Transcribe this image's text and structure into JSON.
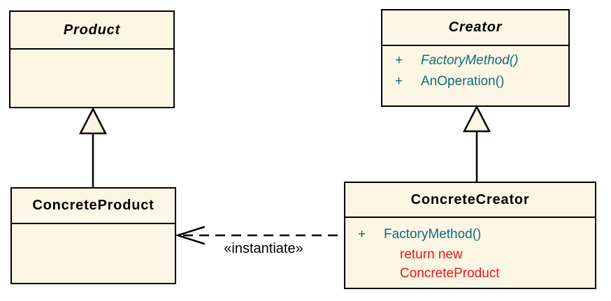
{
  "diagram": {
    "classes": {
      "product": {
        "name": "Product",
        "abstract": true
      },
      "creator": {
        "name": "Creator",
        "abstract": true,
        "methods": [
          {
            "visibility": "+",
            "signature": "FactoryMethod()",
            "abstract": true
          },
          {
            "visibility": "+",
            "signature": "AnOperation()",
            "abstract": false
          }
        ]
      },
      "concrete_product": {
        "name": "ConcreteProduct",
        "abstract": false
      },
      "concrete_creator": {
        "name": "ConcreteCreator",
        "abstract": false,
        "methods": [
          {
            "visibility": "+",
            "signature": "FactoryMethod()",
            "abstract": false
          }
        ],
        "annotation_lines": [
          "return new",
          "ConcreteProduct"
        ]
      }
    },
    "relationships": {
      "instantiate_label": "«instantiate»",
      "generalizations": [
        {
          "from": "ConcreteProduct",
          "to": "Product"
        },
        {
          "from": "ConcreteCreator",
          "to": "Creator"
        }
      ]
    },
    "colors": {
      "box_fill": "#fcf7e4",
      "border": "#000000",
      "title_text": "#000000",
      "method_text": "#11697a",
      "annotation_text": "#f2101c",
      "background": "#ffffff"
    }
  }
}
